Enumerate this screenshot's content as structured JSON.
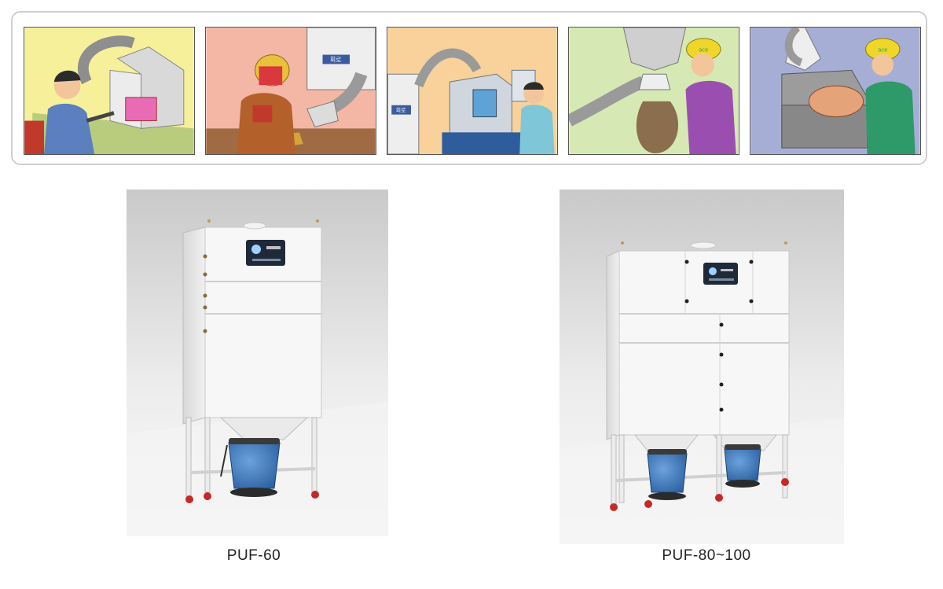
{
  "illustrations": [
    {
      "id": "soldering",
      "bg": "#f7f09a"
    },
    {
      "id": "welding",
      "bg": "#f4b7a5",
      "machine_label": "회로"
    },
    {
      "id": "machining",
      "bg": "#f8d29a",
      "machine_label": "회로"
    },
    {
      "id": "powder-bagging",
      "bg": "#d6e9b4",
      "helmet_label": "ace"
    },
    {
      "id": "debris-handling",
      "bg": "#a7aed6",
      "helmet_label": "ace"
    }
  ],
  "products": [
    {
      "model": "PUF-60"
    },
    {
      "model": "PUF-80~100"
    }
  ],
  "colors": {
    "panel_border": "#555555",
    "strip_border": "#cfcfcf",
    "cabinet": "#f4f4f4",
    "bucket": "#3f78b8",
    "wheel": "#c62828"
  }
}
